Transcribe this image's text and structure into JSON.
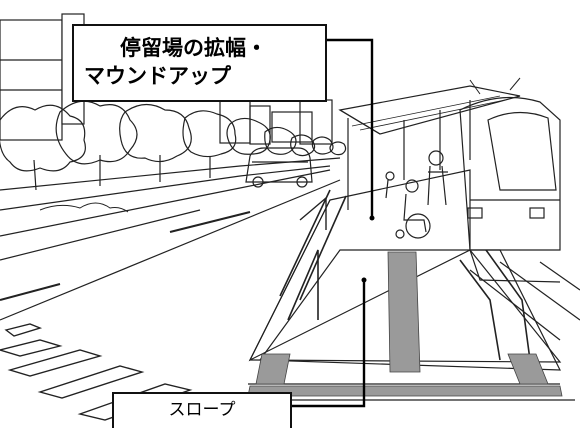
{
  "callouts": {
    "platform_widening": {
      "line1": "停留場の拡幅・",
      "line2": "マウンドアップ"
    },
    "slope": {
      "label": "スロープ"
    }
  },
  "colors": {
    "ink": "#111111",
    "background": "#ffffff",
    "tactile": "#9a9a9a"
  }
}
